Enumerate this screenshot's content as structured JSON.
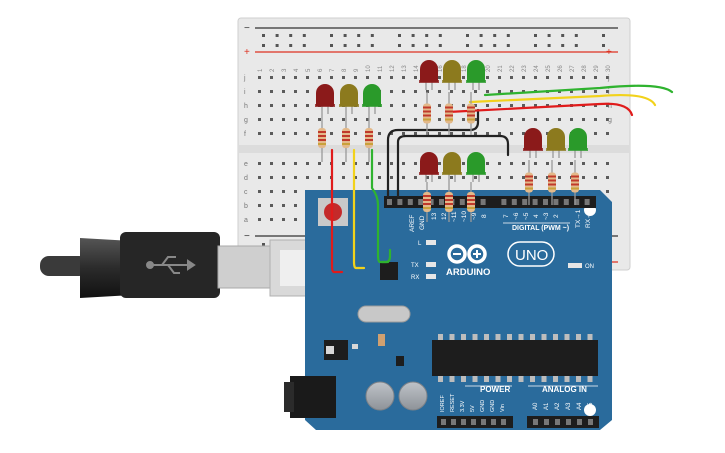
{
  "breadboard": {
    "rail_plus": "+",
    "rail_minus": "−",
    "row_letters_top": [
      "j",
      "i",
      "h",
      "g",
      "f"
    ],
    "row_letters_bottom": [
      "e",
      "d",
      "c",
      "b",
      "a"
    ],
    "column_numbers": [
      "1",
      "2",
      "3",
      "4",
      "5",
      "6",
      "7",
      "8",
      "9",
      "10",
      "11",
      "12",
      "13",
      "14",
      "15",
      "16",
      "17",
      "18",
      "19",
      "20",
      "21",
      "22",
      "23",
      "24",
      "25",
      "26",
      "27",
      "28",
      "29",
      "30"
    ]
  },
  "arduino": {
    "brand": "ARDUINO",
    "model": "UNO",
    "digital_label": "DIGITAL (PWM ~)",
    "aref": "AREF",
    "gnd": "GND",
    "pin_13": "13",
    "pin_12": "12",
    "pin_11": "~11",
    "pin_10": "~10",
    "pin_9": "~9",
    "pin_8": "8",
    "pin_7": "7",
    "pin_6": "~6",
    "pin_5": "~5",
    "pin_4": "4",
    "pin_3": "~3",
    "pin_2": "2",
    "pin_tx1": "TX→1",
    "pin_rx0": "RX←0",
    "led_l": "L",
    "led_tx": "TX",
    "led_rx": "RX",
    "led_on": "ON",
    "power_label": "POWER",
    "analog_label": "ANALOG IN",
    "power_pins": [
      "IOREF",
      "RESET",
      "3.3V",
      "5V",
      "GND",
      "GND",
      "Vin"
    ],
    "analog_pins": [
      "A0",
      "A1",
      "A2",
      "A3",
      "A4",
      "A5"
    ]
  },
  "colors": {
    "board_blue": "#2a6b9c",
    "breadboard": "#e8e8e8",
    "led_red": "#8b1a1a",
    "led_yellow": "#8c7a1e",
    "led_green": "#2a9a2a",
    "wire_red": "#e01b1b",
    "wire_yellow": "#f2d21b",
    "wire_green": "#2fb32f",
    "wire_black": "#222222"
  }
}
